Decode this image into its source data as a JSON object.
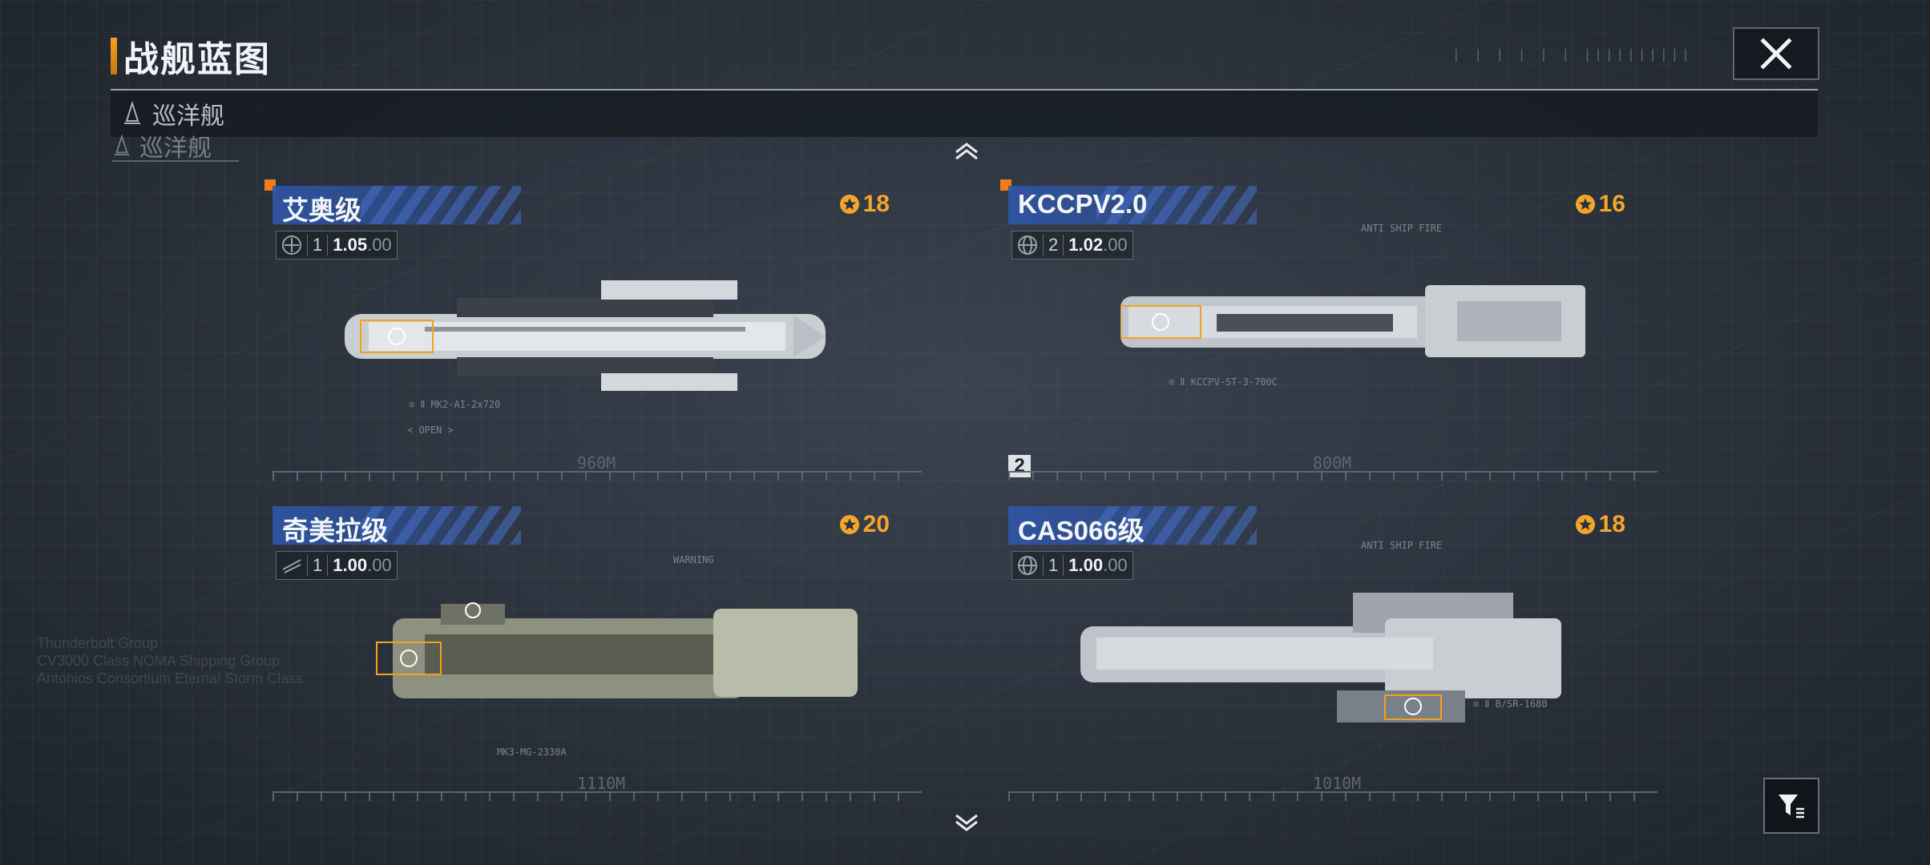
{
  "header": {
    "title": "战舰蓝图"
  },
  "category": {
    "label": "巡洋舰",
    "ghost_label": "巡洋舰"
  },
  "cards": [
    {
      "name": "艾奥级",
      "star": "18",
      "ver_num": "1",
      "ver_main": "1.05",
      "ver_sub": ".00",
      "length": "960M",
      "weapon": "MK2-AI-2x720",
      "note": "< OPEN >"
    },
    {
      "name": "KCCPV2.0",
      "star": "16",
      "ver_num": "2",
      "ver_main": "1.02",
      "ver_sub": ".00",
      "length": "800M",
      "weapon": "KCCPV-ST-3-700C",
      "badge": "2",
      "note": "ANTI SHIP FIRE"
    },
    {
      "name": "奇美拉级",
      "star": "20",
      "ver_num": "1",
      "ver_main": "1.00",
      "ver_sub": ".00",
      "length": "1110M",
      "weapon": "MK3-MG-2330A",
      "note": "WARNING"
    },
    {
      "name": "CAS066级",
      "star": "18",
      "ver_num": "1",
      "ver_main": "1.00",
      "ver_sub": ".00",
      "length": "1010M",
      "weapon": "B/SR-1680",
      "note": "ANTI SHIP FIRE"
    }
  ],
  "colors": {
    "accent": "#f2a21b",
    "name_bar": "#2e56aa",
    "star": "#f3a62a"
  }
}
